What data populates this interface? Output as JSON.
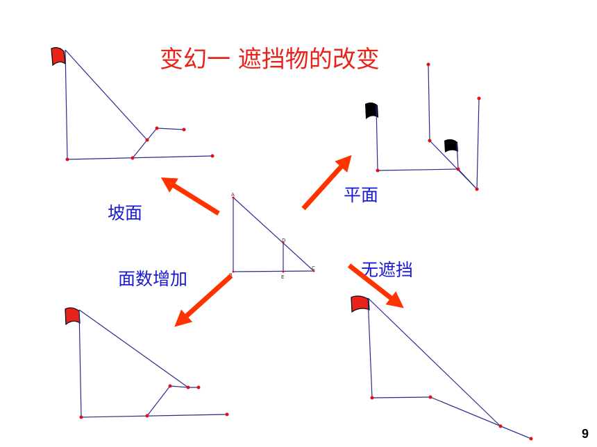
{
  "slide": {
    "title": "变幻一  遮挡物的改变",
    "page_number": "9"
  },
  "labels": {
    "slope": "坡面",
    "plane": "平面",
    "more_faces": "面数增加",
    "no_obstacle": "无遮挡"
  },
  "center_figure": {
    "vertex_labels": [
      "A",
      "B",
      "C",
      "D",
      "E"
    ]
  },
  "colors": {
    "title": "#e8231a",
    "label": "#1a1ad4",
    "arrow": "#ff3300",
    "flag_red": "#e8231a",
    "flag_black": "#000000",
    "line": "#2a2a8c",
    "point": "#e0101a"
  }
}
